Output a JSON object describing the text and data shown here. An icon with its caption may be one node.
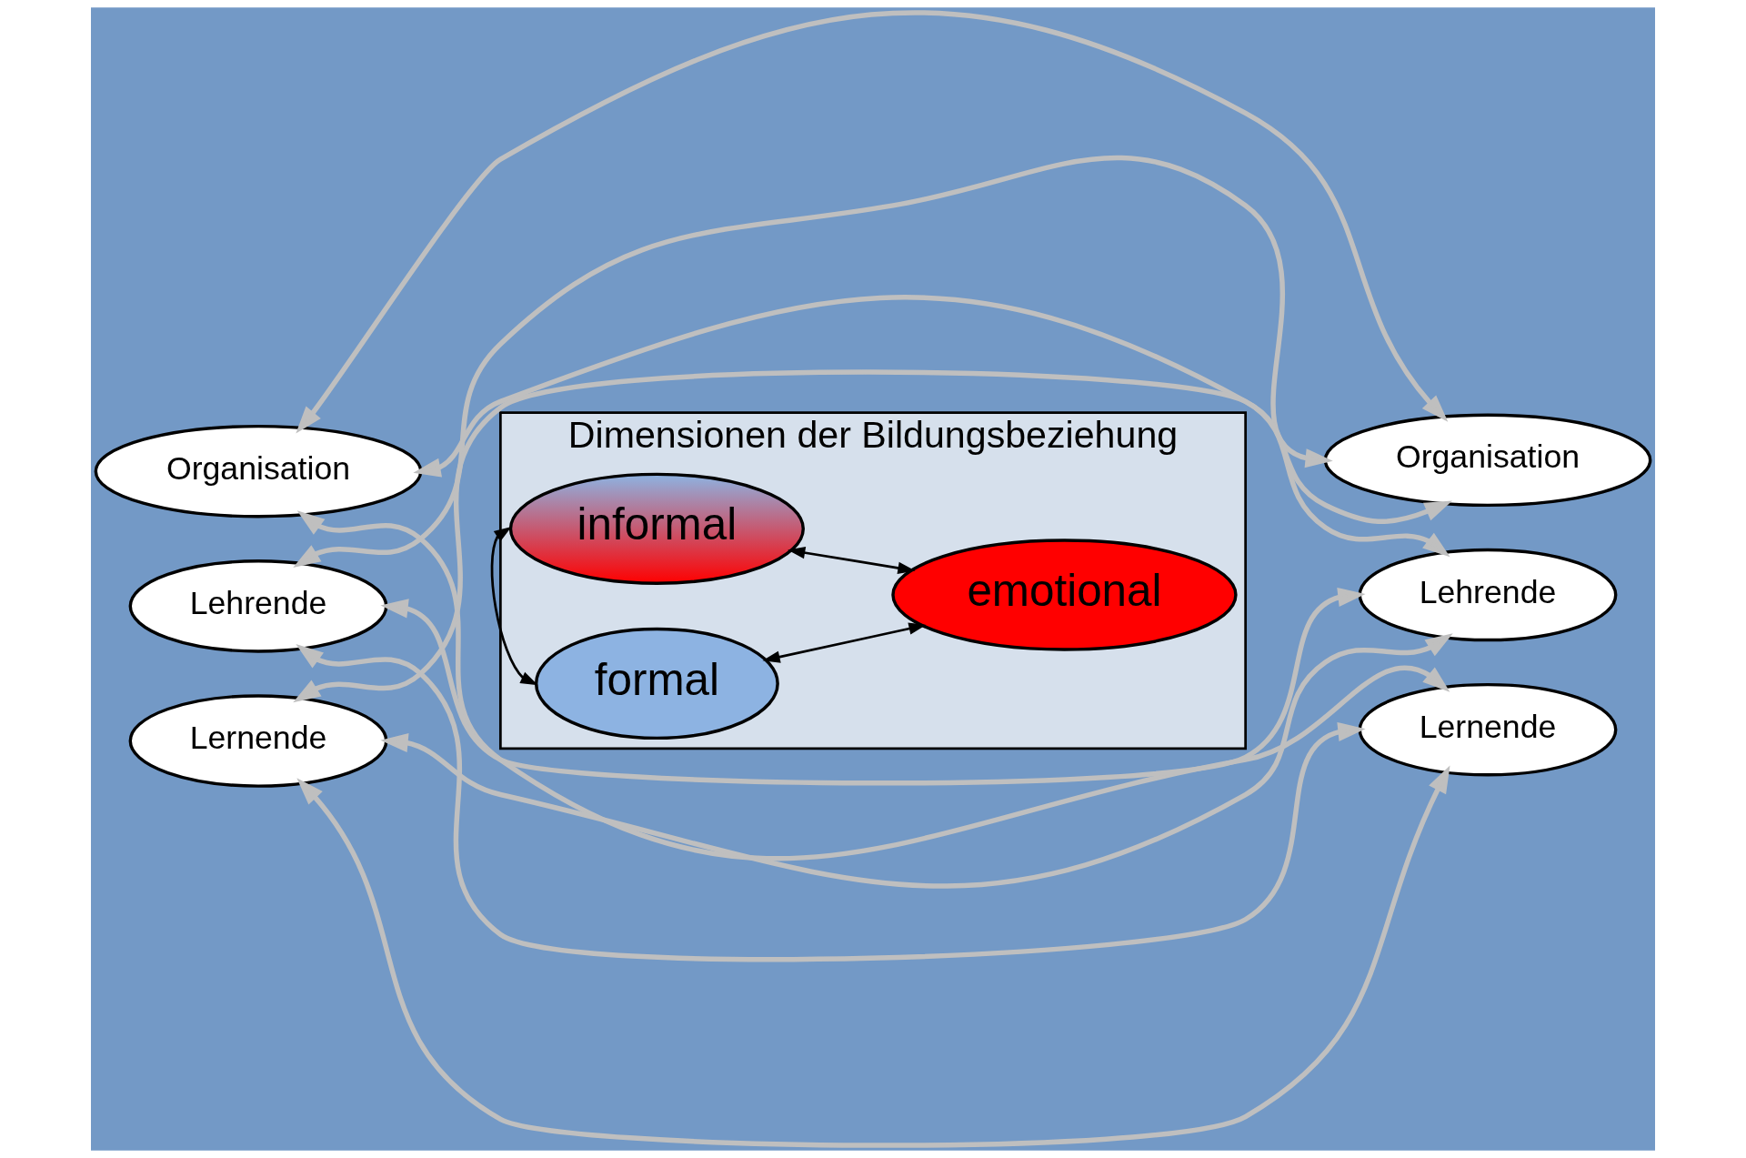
{
  "diagram": {
    "nodes": [
      {
        "text": [
          "Dimensionen der Bildungsbeziehung"
        ]
      },
      {
        "text": [
          "Organisation"
        ]
      },
      {
        "text": [
          "Lehrende"
        ]
      },
      {
        "text": [
          "Lernende"
        ]
      },
      {
        "text": [
          "formal"
        ],
        "in": 0
      },
      {
        "text": [
          "emotional"
        ],
        "in": 0
      },
      {
        "text": [
          "informal"
        ],
        "in": 0
      },
      {
        "text": [
          "Organisation"
        ]
      },
      {
        "text": [
          "Lehrende"
        ]
      },
      {
        "text": [
          "Lernende"
        ]
      }
    ],
    "edges": [
      {
        "from": 4,
        "to": 6,
        "arrow": "both",
        "color": "#000000"
      },
      {
        "from": 4,
        "to": 5,
        "arrow": "both",
        "color": "#000000"
      },
      {
        "from": 5,
        "to": 6,
        "arrow": "both",
        "color": "#000000"
      },
      {
        "from": 1,
        "to": 7,
        "arrow": "both"
      },
      {
        "from": 1,
        "to": 8,
        "arrow": "both"
      },
      {
        "from": 1,
        "to": 9,
        "arrow": "both"
      },
      {
        "from": 2,
        "to": 7,
        "arrow": "both"
      },
      {
        "from": 2,
        "to": 8,
        "arrow": "both"
      },
      {
        "from": 2,
        "to": 9,
        "arrow": "both"
      },
      {
        "from": 3,
        "to": 7,
        "arrow": "both"
      },
      {
        "from": 3,
        "to": 8,
        "arrow": "both"
      },
      {
        "from": 3,
        "to": 9,
        "arrow": "both"
      }
    ]
  }
}
